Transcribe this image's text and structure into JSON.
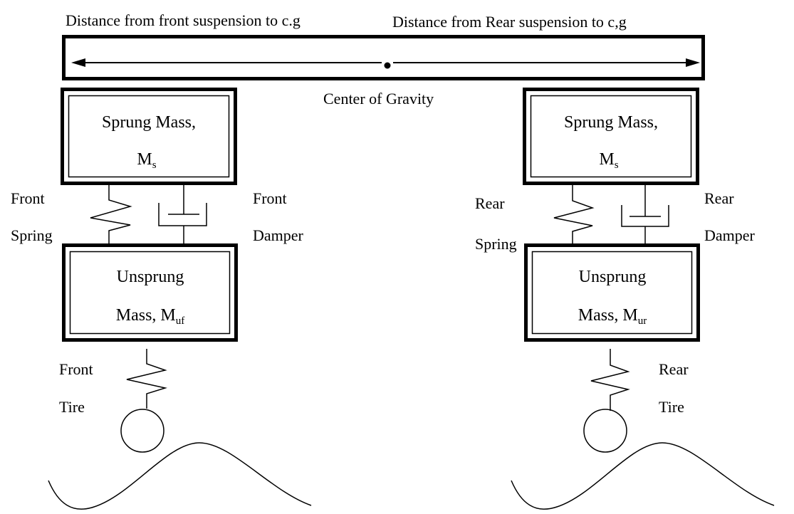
{
  "labels": {
    "front_distance": "Distance from front suspension to c.g",
    "rear_distance": "Distance from Rear suspension to c,g",
    "center_of_gravity": "Center of Gravity"
  },
  "front": {
    "sprung_line1": "Sprung Mass,",
    "sprung_symbol": "M",
    "sprung_sub": "s",
    "spring_word1": "Front",
    "spring_word2": "Spring",
    "damper_word1": "Front",
    "damper_word2": "Damper",
    "unsprung_line1": "Unsprung",
    "unsprung_line2": "Mass, M",
    "unsprung_sub": "uf",
    "tire_word1": "Front",
    "tire_word2": "Tire"
  },
  "rear": {
    "sprung_line1": "Sprung Mass,",
    "sprung_symbol": "M",
    "sprung_sub": "s",
    "spring_word1": "Rear",
    "spring_word2": "Spring",
    "damper_word1": "Rear",
    "damper_word2": "Damper",
    "unsprung_line1": "Unsprung",
    "unsprung_line2": "Mass, M",
    "unsprung_sub": "ur",
    "tire_word1": "Rear",
    "tire_word2": "Tire"
  }
}
